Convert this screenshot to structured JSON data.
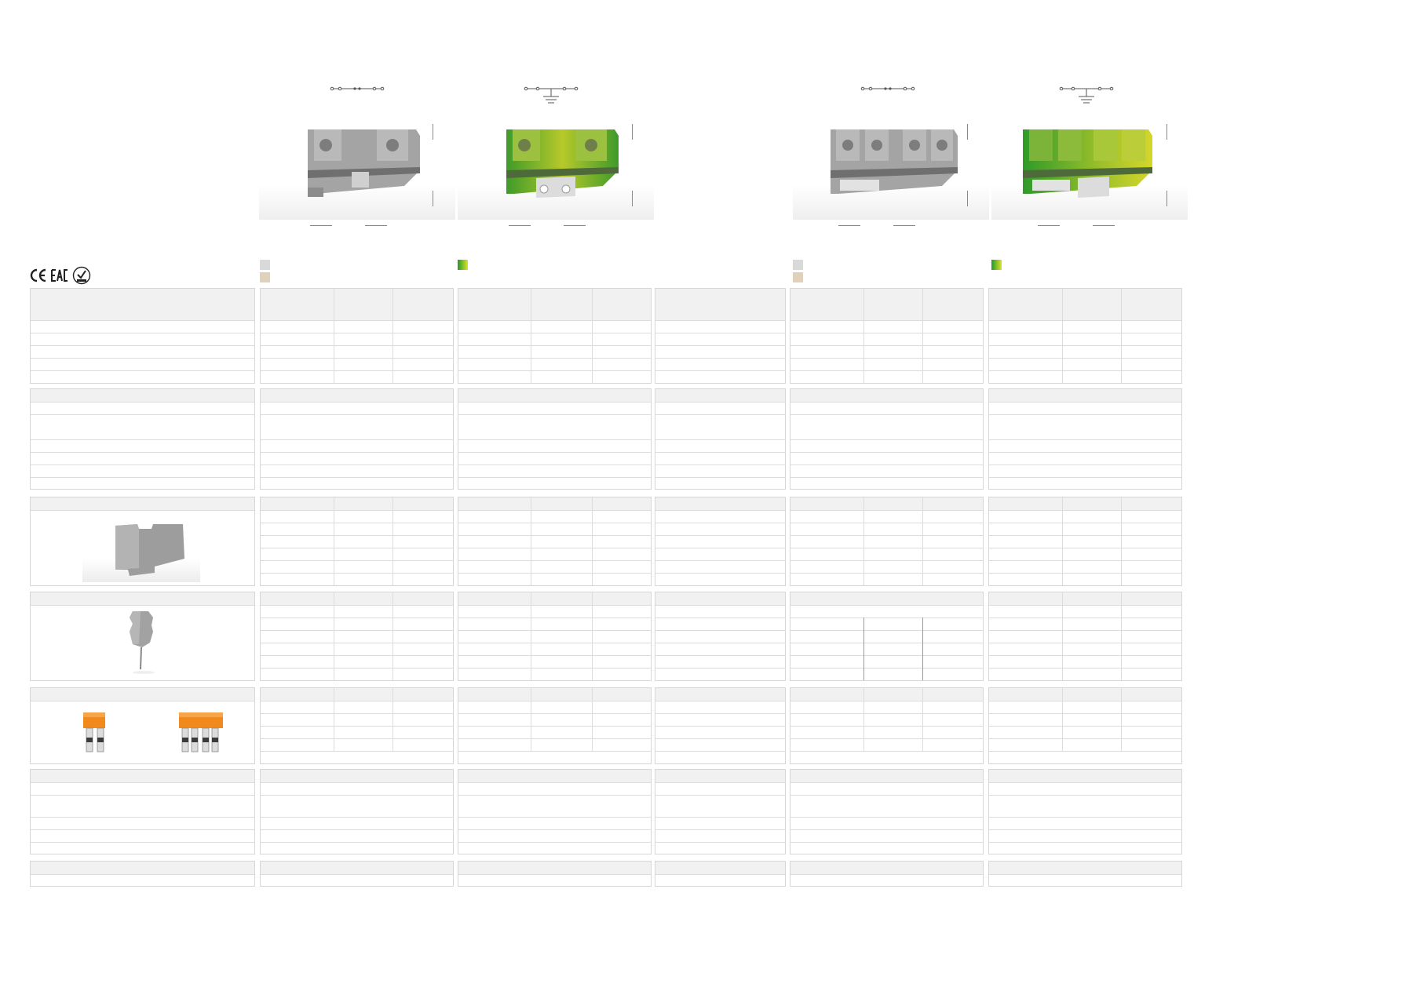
{
  "page": {
    "background": "#ffffff",
    "grid_line_color": "#dcdcdc",
    "header_band_color": "#f1f1f1"
  },
  "products": [
    {
      "id": "p1",
      "housing_color": "grey",
      "swatches": [
        "#d9d9d9",
        "#e0d2ba"
      ],
      "symbol": "feed-through-symbol"
    },
    {
      "id": "p2",
      "housing_color": "green-yellow",
      "swatches": [
        "green-yellow-gradient"
      ],
      "symbol": "ground-symbol"
    },
    {
      "id": "p3",
      "housing_color": "grey",
      "swatches": [
        "#d9d9d9",
        "#e0d2ba"
      ],
      "symbol": "feed-through-symbol"
    },
    {
      "id": "p4",
      "housing_color": "green-yellow",
      "swatches": [
        "green-yellow-gradient"
      ],
      "symbol": "ground-symbol"
    }
  ],
  "certifications": [
    "ce-mark-icon",
    "eac-mark-icon",
    "rohs-check-icon"
  ],
  "accessories": [
    "end-plate-image",
    "marker-tag-image",
    "jumper-bar-image"
  ],
  "colors": {
    "grey_housing": "#9c9c9c",
    "green": "#3f9a2a",
    "yellow": "#d6d62a",
    "orange_jumper": "#f08a1c",
    "beige_swatch": "#e0d2ba",
    "grey_swatch": "#d9d9d9"
  }
}
